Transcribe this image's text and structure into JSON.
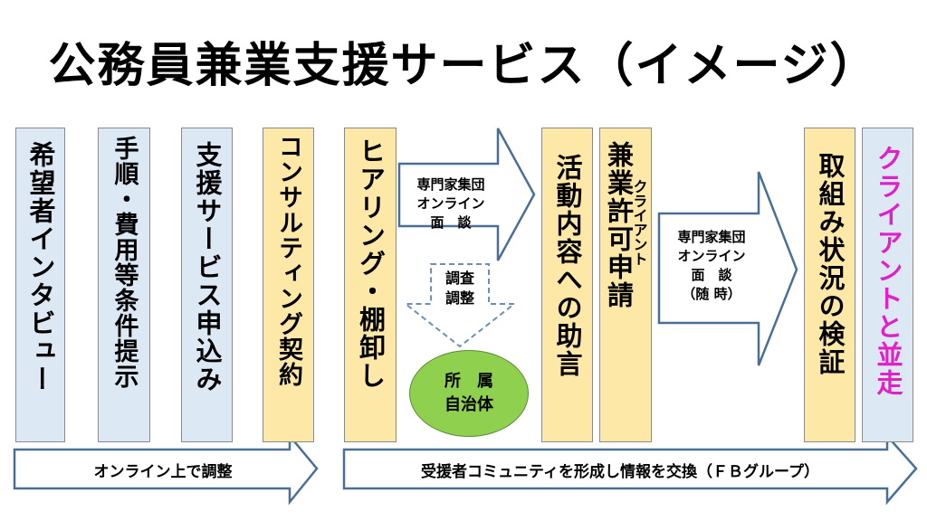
{
  "title": "公務員兼業支援サービス（イメージ）",
  "steps": {
    "interview": "希望者インタビュー",
    "procedure": "手順・費用等条件提示",
    "application": "支援サービス申込み",
    "consulting": "コンサルティング契約",
    "hearing": "ヒアリング・棚卸し",
    "advice": "活動内容への助言",
    "permit_prefix": "クライアント",
    "permit_main": "兼業許可申請",
    "review": "取組み状況の検証",
    "accompany": "クライアントと並走"
  },
  "arrows": {
    "expert_meeting_1": [
      "専門家集団",
      "オンライン",
      "面　談"
    ],
    "coordination": [
      "調査",
      "調整"
    ],
    "expert_meeting_2": [
      "専門家集団",
      "オンライン",
      "面　談",
      "（随 時）"
    ],
    "online_coordination": "オンライン上で調整",
    "community": "受援者コミュニティを形成し情報を交換（ＦＢグループ）"
  },
  "municipality": [
    "所　属",
    "自治体"
  ],
  "colors": {
    "box_blue": "#dde8f5",
    "box_yellow": "#fde8a8",
    "ellipse_green": "#8fd14f",
    "arrow_stroke": "#4a6f96",
    "accent_magenta": "#e020c8"
  }
}
